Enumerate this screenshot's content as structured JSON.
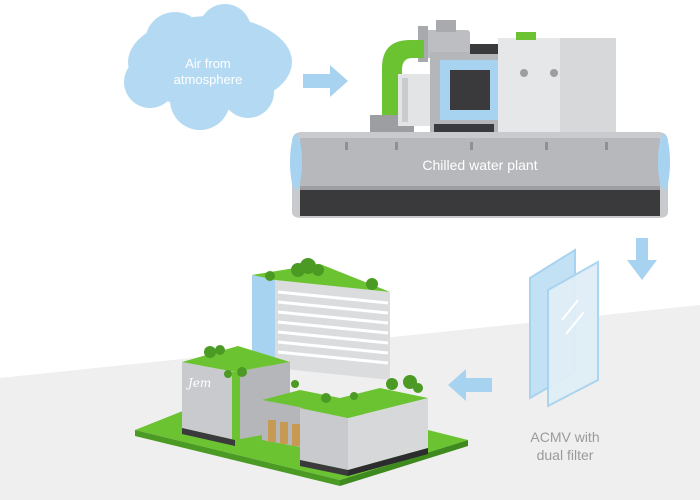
{
  "labels": {
    "cloud_line1": "Air from",
    "cloud_line2": "atmosphere",
    "plant": "Chilled water plant",
    "acmv_line1": "ACMV with",
    "acmv_line2": "dual filter"
  },
  "building": {
    "sign": "Jem"
  },
  "colors": {
    "cloud": "#b4daf3",
    "arrow": "#a8d3f0",
    "green": "#6cc332",
    "green_dark": "#4a9a24",
    "plant_gray": "#c8cacd",
    "plant_dark": "#3a3a3c",
    "ground": "#efefef",
    "glass": "#c3e1f4"
  }
}
